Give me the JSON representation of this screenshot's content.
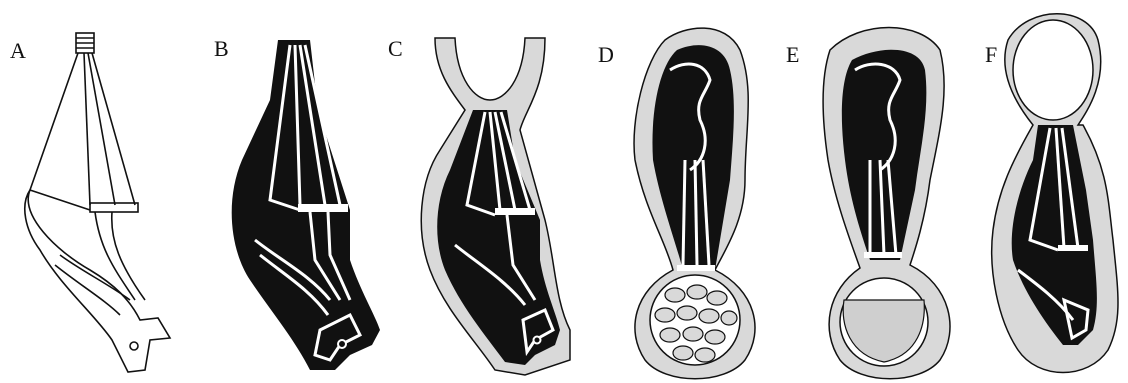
{
  "figure": {
    "panels": [
      {
        "label": "A"
      },
      {
        "label": "B"
      },
      {
        "label": "C"
      },
      {
        "label": "D"
      },
      {
        "label": "E"
      },
      {
        "label": "F"
      }
    ]
  },
  "colors": {
    "ink": "#111111",
    "paper": "#ffffff",
    "coat": "#d9d9d9",
    "fill": "#cfcfcf"
  }
}
